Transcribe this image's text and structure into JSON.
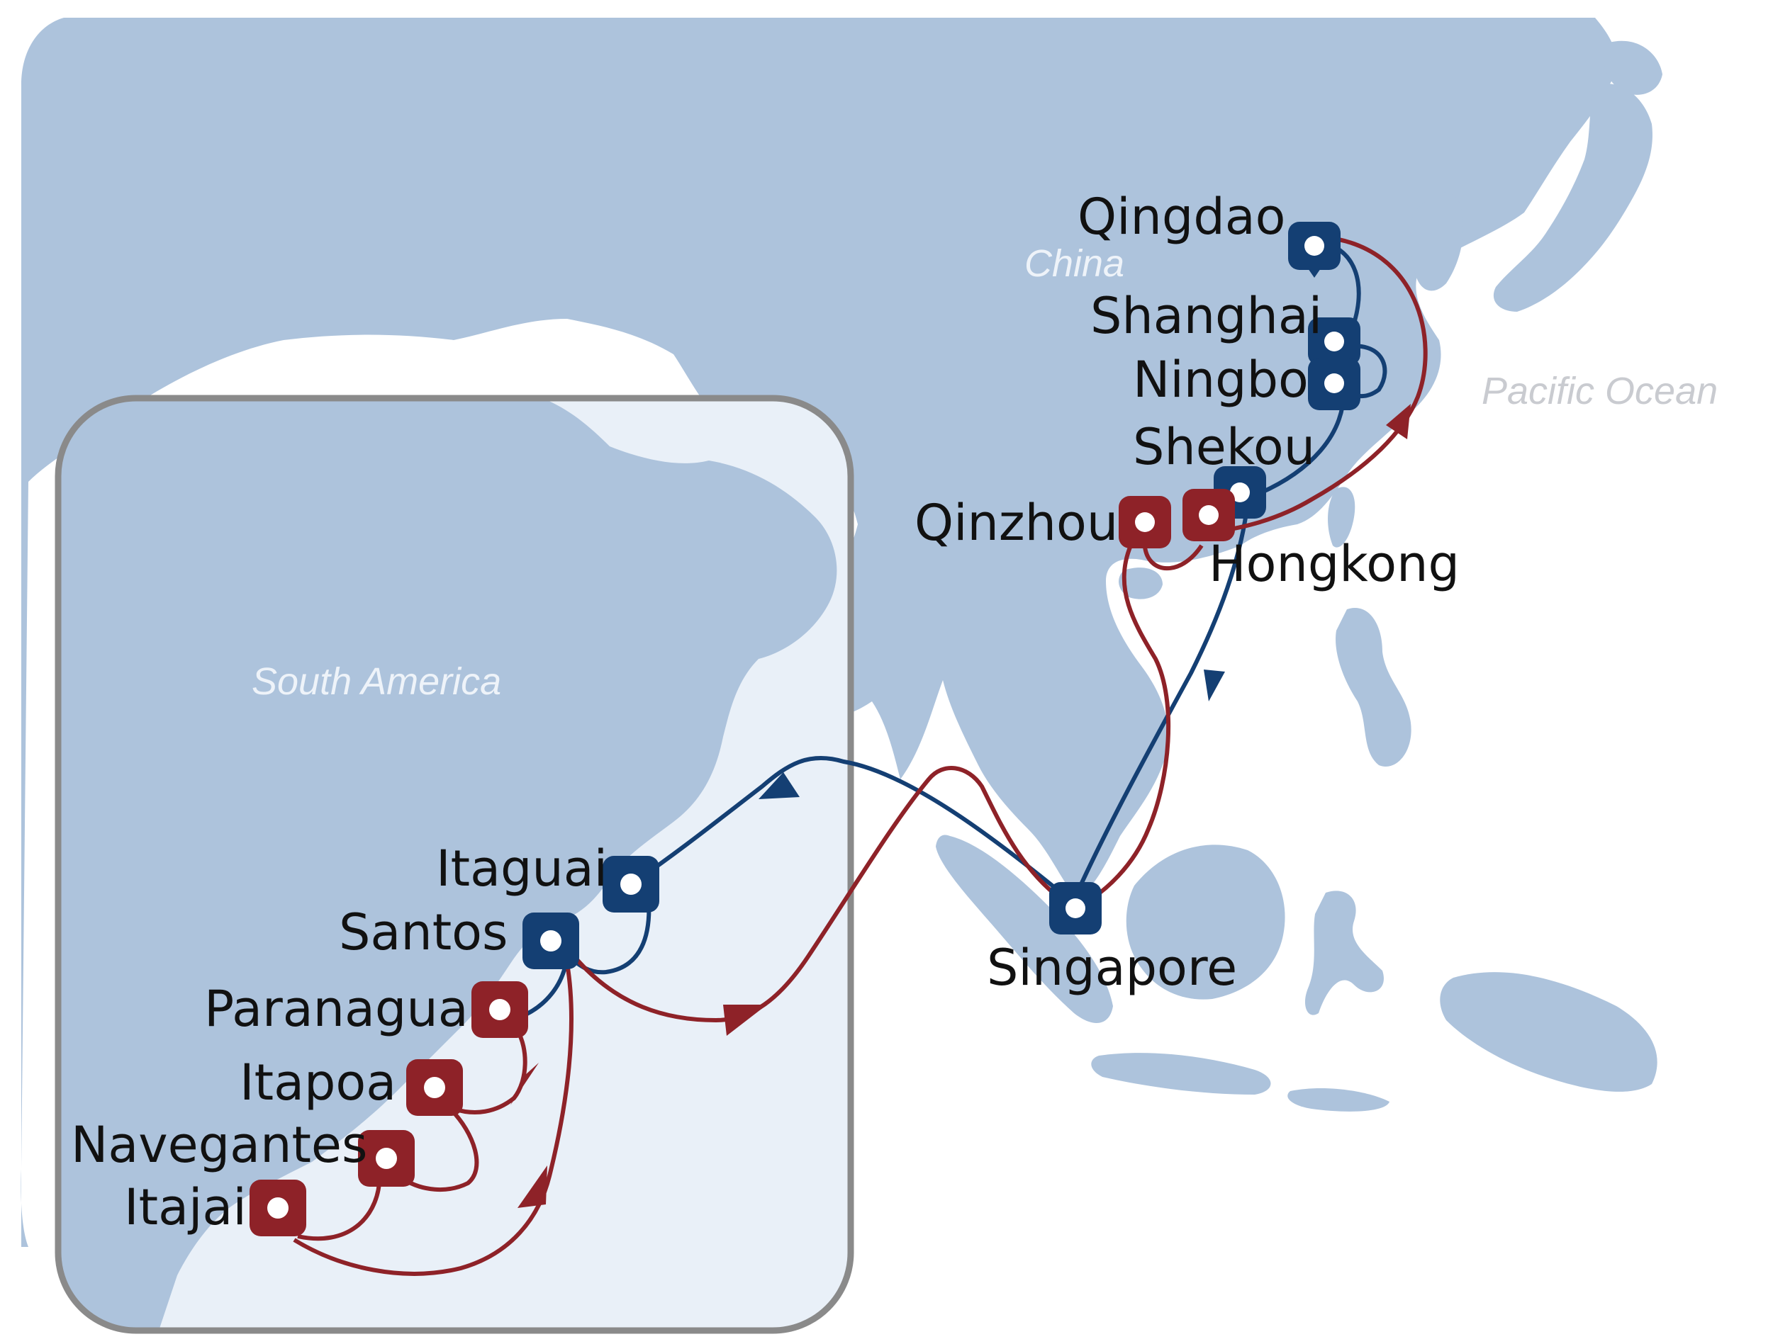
{
  "colors": {
    "land": "#adc3dc",
    "sea": "#ffffff",
    "inset_bg": "#e9f0f8",
    "inset_border": "#8a8a8a",
    "service_blue": "#143f73",
    "service_red": "#8e2228",
    "marker_dot": "#ffffff"
  },
  "labels": {
    "china": "China",
    "pacific_ocean": "Pacific  Ocean",
    "south_america": "South America"
  },
  "ports": {
    "qingdao": {
      "name": "Qingdao",
      "service": "blue"
    },
    "shanghai": {
      "name": "Shanghai",
      "service": "blue"
    },
    "ningbo": {
      "name": "Ningbo",
      "service": "blue"
    },
    "shekou": {
      "name": "Shekou",
      "service": "blue"
    },
    "qinzhou": {
      "name": "Qinzhou",
      "service": "red"
    },
    "hongkong": {
      "name": "Hongkong",
      "service": "red"
    },
    "singapore": {
      "name": "Singapore",
      "service": "blue"
    },
    "itaguai": {
      "name": "Itaguai",
      "service": "blue"
    },
    "santos": {
      "name": "Santos",
      "service": "blue"
    },
    "paranagua": {
      "name": "Paranagua",
      "service": "red"
    },
    "itapoa": {
      "name": "Itapoa",
      "service": "red"
    },
    "navegantes": {
      "name": "Navegantes",
      "service": "red"
    },
    "itajai": {
      "name": "Itajai",
      "service": "red"
    }
  }
}
